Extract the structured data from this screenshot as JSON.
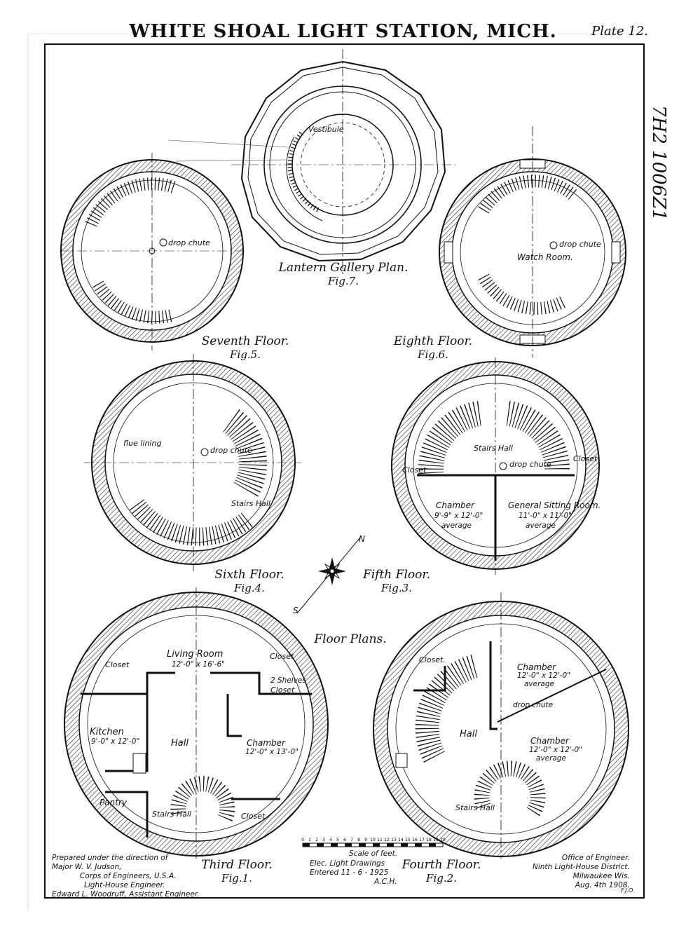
{
  "sheet": {
    "title": "WHITE SHOAL LIGHT STATION, MICH.",
    "plate": "Plate 12.",
    "side_stamp": "7H2 1006Z1",
    "subtitle": "Floor Plans."
  },
  "figures": {
    "fig7": {
      "name": "Lantern Gallery Plan.",
      "fig": "Fig.7."
    },
    "fig5": {
      "name": "Seventh Floor.",
      "fig": "Fig.5."
    },
    "fig6": {
      "name": "Eighth Floor.",
      "fig": "Fig.6."
    },
    "fig4": {
      "name": "Sixth Floor.",
      "fig": "Fig.4."
    },
    "fig3": {
      "name": "Fifth Floor.",
      "fig": "Fig.3."
    },
    "fig1": {
      "name": "Third Floor.",
      "fig": "Fig.1."
    },
    "fig2": {
      "name": "Fourth Floor.",
      "fig": "Fig.2."
    }
  },
  "rooms": {
    "vestibule": "Vestibule",
    "drop_chute_7": "drop chute",
    "watch_room": "Watch Room.",
    "drop_chute_8": "drop chute",
    "drop_chute_6": "drop chute",
    "flue_lining_6": "flue lining",
    "stairs_hall_6": "Stairs Hall",
    "stairs_hall_5": "Stairs Hall",
    "drop_chute_5": "drop chute",
    "closet_5a": "Closet",
    "closet_5b": "Closet",
    "chamber_5": "Chamber",
    "chamber_5_dim": "9'-9\" x 12'-0\"",
    "chamber_5_avg": "average",
    "sitting_5": "General Sitting Room.",
    "sitting_5_dim": "11'-0\" x 11'-0\"",
    "sitting_5_avg": "average",
    "living_room": "Living Room",
    "living_room_dim": "12'-0\" x 16'-6\"",
    "closet_3a": "Closet",
    "closet_3b": "Closet",
    "closet_3c": "Closet",
    "closet_3d": "Closet",
    "shelves_3": "2 Shelves",
    "kitchen": "Kitchen",
    "kitchen_dim": "9'-0\" x 12'-0\"",
    "hall_3": "Hall",
    "chamber_3": "Chamber",
    "chamber_3_dim": "12'-0\" x 13'-0\"",
    "pantry": "Pantry",
    "stairs_hall_3": "Stairs Hall",
    "closet_4": "Closet.",
    "chamber_4a": "Chamber",
    "chamber_4a_dim": "12'-0\" x 12'-0\"",
    "chamber_4a_avg": "average",
    "chamber_4b": "Chamber",
    "chamber_4b_dim": "12'-0\" x 12'-0\"",
    "chamber_4b_avg": "average",
    "hall_4": "Hall",
    "drop_chute_4": "drop chute",
    "stairs_hall_4": "Stairs Hall"
  },
  "compass": {
    "north": "N",
    "south": "S"
  },
  "scale": {
    "label": "Scale of feet.",
    "ticks": [
      "0",
      "1",
      "2",
      "3",
      "4",
      "5",
      "6",
      "7",
      "8",
      "9",
      "10",
      "11",
      "12",
      "13",
      "14",
      "15",
      "16",
      "17",
      "18",
      "19",
      "20"
    ]
  },
  "notes": {
    "left": [
      "Prepared under the direction of",
      "Major W. V. Judson,",
      "Corps of Engineers, U.S.A.",
      "Light-House Engineer.",
      "Edward L. Woodruff, Assistant Engineer."
    ],
    "center": [
      "Elec. Light Drawings",
      "Entered 11 - 6 - 1925",
      "A.C.H."
    ],
    "right": [
      "Office of Engineer.",
      "Ninth Light-House District.",
      "Milwaukee Wis.",
      "Aug. 4th 1908."
    ],
    "initials": "F.J.O."
  }
}
